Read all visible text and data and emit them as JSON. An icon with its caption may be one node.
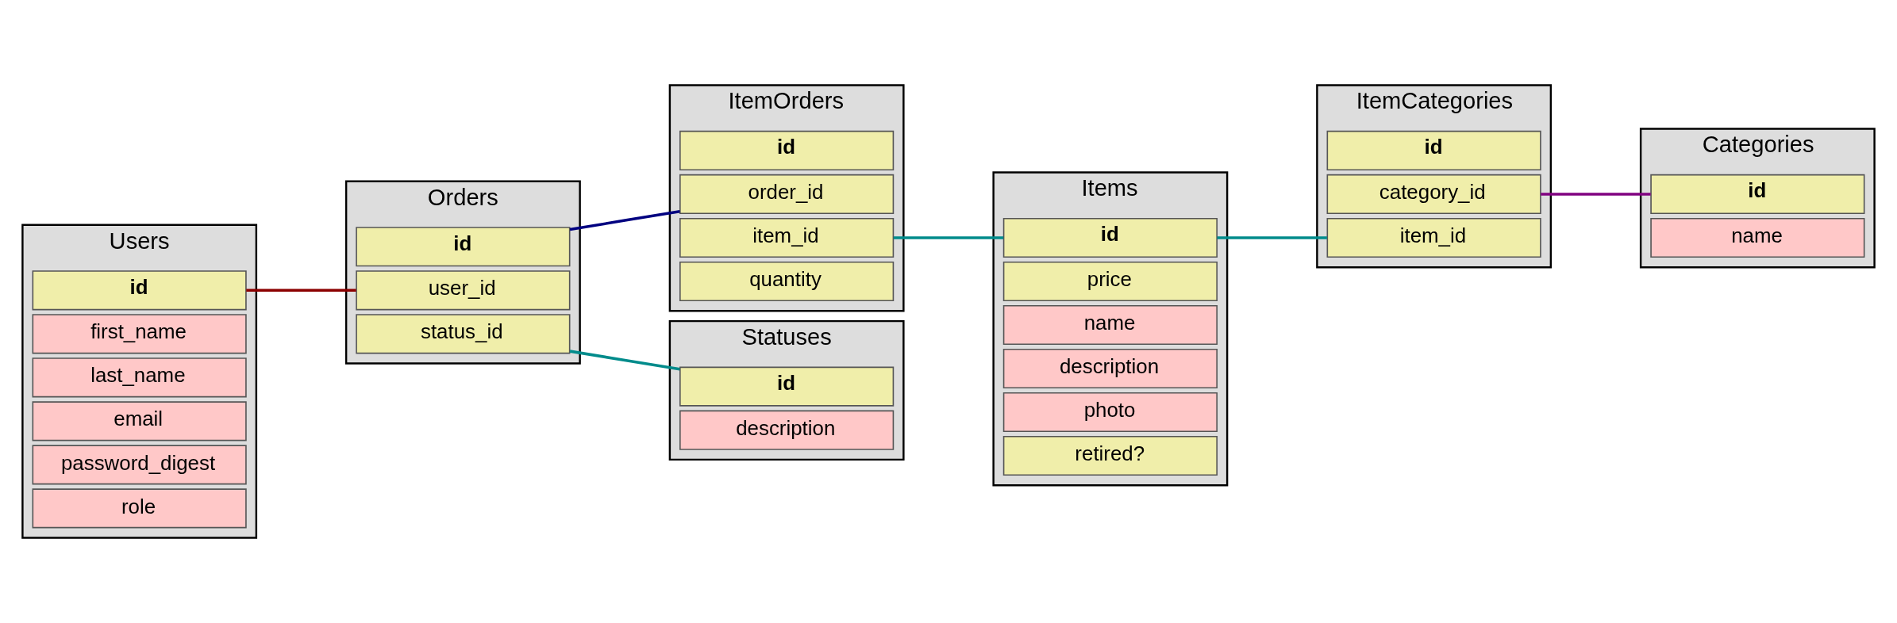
{
  "diagram": {
    "nodes": [
      {
        "text": [
          "Users"
        ]
      },
      {
        "text": [
          "id"
        ],
        "in": 0
      },
      {
        "text": [
          "first_name"
        ],
        "in": 0
      },
      {
        "text": [
          "last_name"
        ],
        "in": 0
      },
      {
        "text": [
          "email"
        ],
        "in": 0
      },
      {
        "text": [
          "password_digest"
        ],
        "in": 0
      },
      {
        "text": [
          "role"
        ],
        "in": 0
      },
      {
        "text": [
          "Orders"
        ]
      },
      {
        "text": [
          "id"
        ],
        "in": 7
      },
      {
        "text": [
          "user_id"
        ],
        "in": 7
      },
      {
        "text": [
          "status_id"
        ],
        "in": 7
      },
      {
        "text": [
          "ItemOrders"
        ]
      },
      {
        "text": [
          "id"
        ],
        "in": 11
      },
      {
        "text": [
          "order_id"
        ],
        "in": 11
      },
      {
        "text": [
          "item_id"
        ],
        "in": 11
      },
      {
        "text": [
          "quantity"
        ],
        "in": 11
      },
      {
        "text": [
          "ItemCategories"
        ]
      },
      {
        "text": [
          "id"
        ],
        "in": 16
      },
      {
        "text": [
          "category_id"
        ],
        "in": 16
      },
      {
        "text": [
          "item_id"
        ],
        "in": 16
      },
      {
        "text": [
          "Items"
        ]
      },
      {
        "text": [
          "id"
        ],
        "in": 20
      },
      {
        "text": [
          "price"
        ],
        "in": 20
      },
      {
        "text": [
          "name"
        ],
        "in": 20
      },
      {
        "text": [
          "description"
        ],
        "in": 20
      },
      {
        "text": [
          "photo"
        ],
        "in": 20
      },
      {
        "text": [
          "retired?"
        ],
        "in": 20
      },
      {
        "text": [
          "Statuses"
        ]
      },
      {
        "text": [
          "id"
        ],
        "in": 27
      },
      {
        "text": [
          "description"
        ],
        "in": 27
      },
      {
        "text": [
          "Categories"
        ]
      },
      {
        "text": [
          "id"
        ],
        "in": 30
      },
      {
        "text": [
          "name"
        ],
        "in": 30
      }
    ],
    "edges": [
      {
        "from": 1,
        "to": 9,
        "arrow": "none",
        "color": "#8b0000"
      },
      {
        "from": 8,
        "to": 13,
        "arrow": "none",
        "color": "#000080"
      },
      {
        "from": 10,
        "to": 28,
        "arrow": "none"
      },
      {
        "from": 14,
        "to": 21,
        "arrow": "none"
      },
      {
        "from": 21,
        "to": 19,
        "arrow": "none"
      },
      {
        "from": 18,
        "to": 31,
        "arrow": "none",
        "color": "#800080"
      }
    ]
  }
}
